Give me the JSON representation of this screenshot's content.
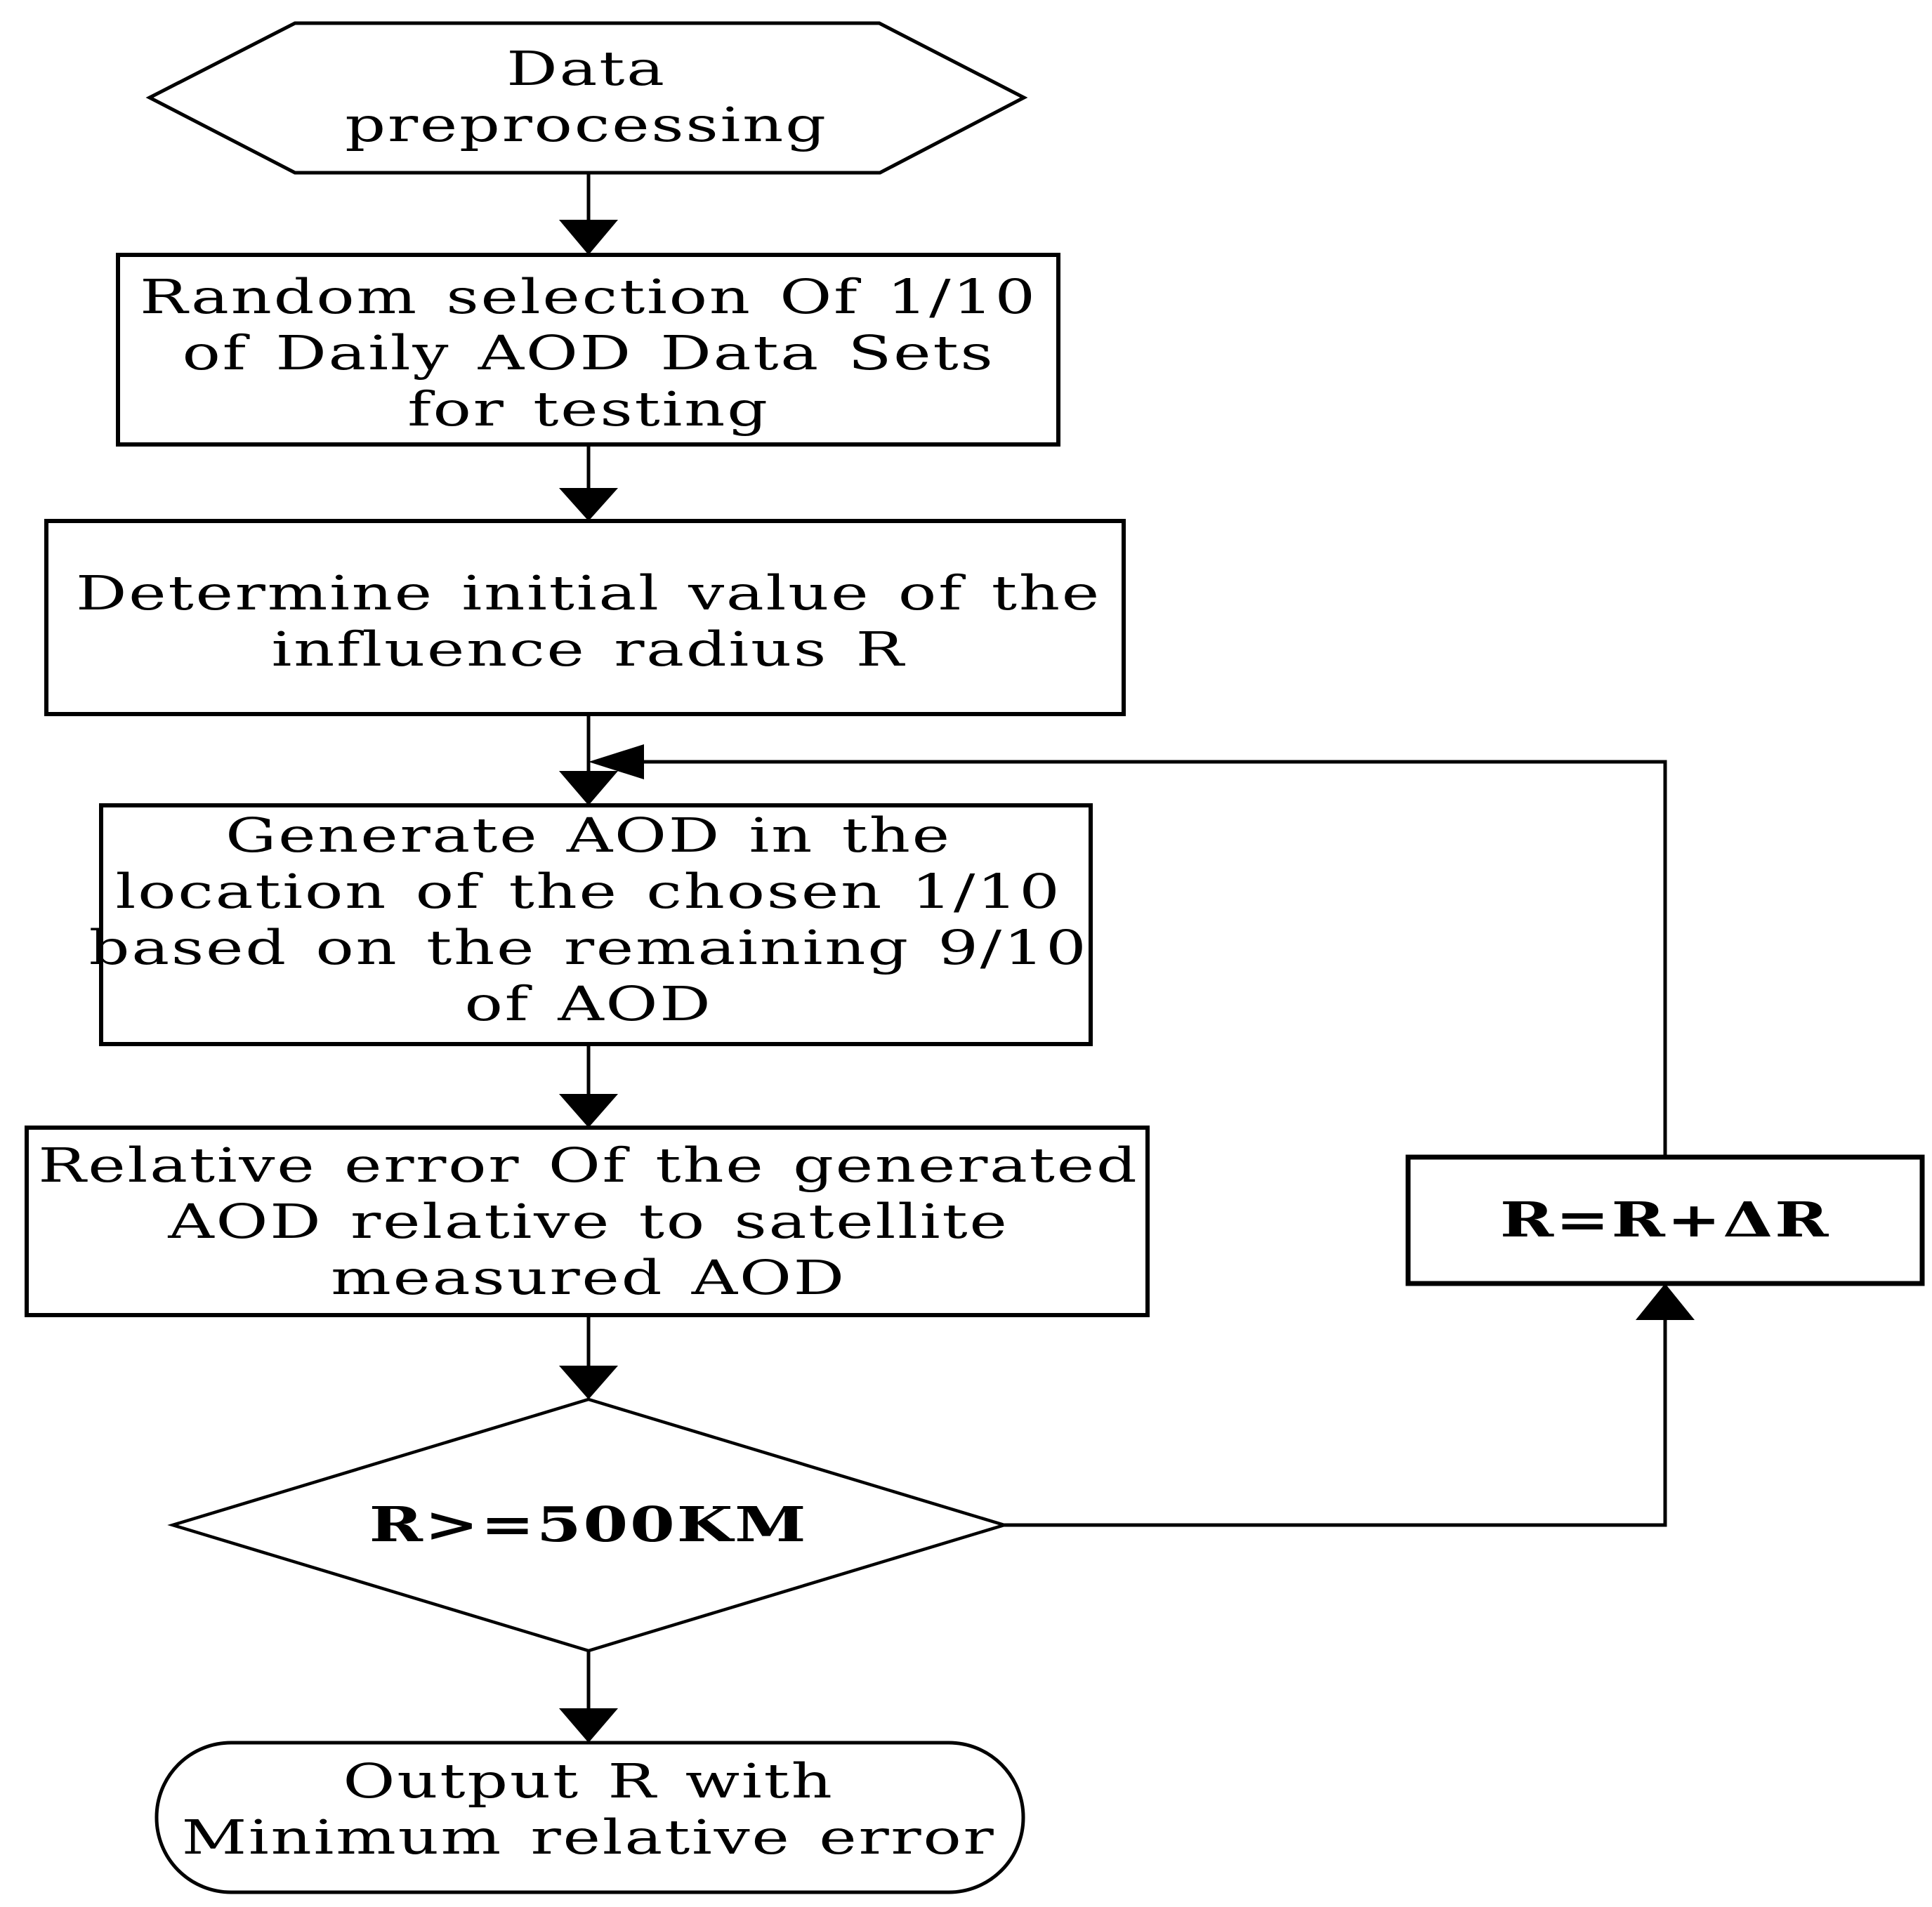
{
  "flowchart": {
    "title": "AOD influence radius optimization flowchart",
    "colors": {
      "stroke": "#000000",
      "background": "#ffffff",
      "text": "#000000"
    },
    "nodes": {
      "preprocessing": {
        "shape": "hexagon",
        "lines": [
          "Data",
          "preprocessing"
        ]
      },
      "random_selection": {
        "shape": "process",
        "lines": [
          "Random selection Of 1/10",
          "of Daily AOD Data Sets",
          "for testing"
        ]
      },
      "initial_radius": {
        "shape": "process",
        "lines": [
          "Determine initial value of the",
          "influence radius R"
        ]
      },
      "generate_aod": {
        "shape": "process",
        "lines": [
          "Generate AOD in the",
          "location of the chosen 1/10",
          "based on the remaining 9/10",
          "of AOD"
        ]
      },
      "relative_error": {
        "shape": "process",
        "lines": [
          "Relative error Of the generated",
          "AOD relative to satellite",
          "measured AOD"
        ]
      },
      "decision": {
        "shape": "decision",
        "lines": [
          "R>=500KM"
        ]
      },
      "increment": {
        "shape": "process",
        "lines": [
          "R=R+ΔR"
        ]
      },
      "output": {
        "shape": "terminator",
        "lines": [
          "Output R with",
          "Minimum relative error"
        ]
      }
    },
    "edges": [
      {
        "from": "preprocessing",
        "to": "random_selection"
      },
      {
        "from": "random_selection",
        "to": "initial_radius"
      },
      {
        "from": "initial_radius",
        "to": "generate_aod"
      },
      {
        "from": "generate_aod",
        "to": "relative_error"
      },
      {
        "from": "relative_error",
        "to": "decision"
      },
      {
        "from": "decision",
        "to": "output"
      },
      {
        "from": "decision",
        "to": "increment"
      },
      {
        "from": "increment",
        "to": "generate_aod"
      }
    ]
  }
}
